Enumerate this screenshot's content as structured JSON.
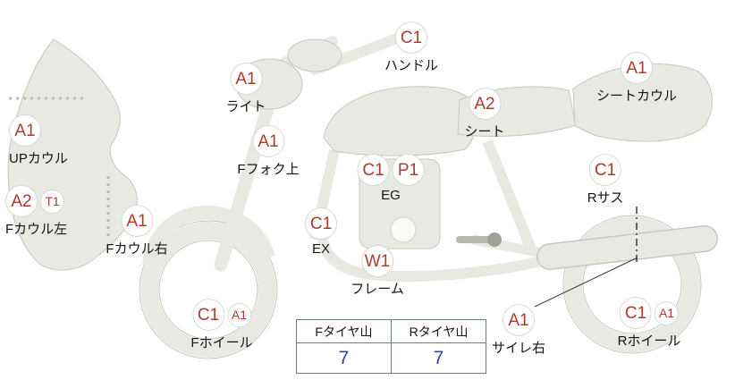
{
  "diagram": {
    "type": "motorcycle-condition-sheet",
    "colors": {
      "grade_text": "#b03a2e",
      "tire_value_text": "#2a46a8",
      "silhouette_fill": "#e9e9e3",
      "silhouette_stroke": "#c7c7c0",
      "table_border": "#5f7ca6"
    }
  },
  "annotations": [
    {
      "grade1": "C1",
      "label": "ハンドル"
    },
    {
      "grade1": "A1",
      "label": "ライト"
    },
    {
      "grade1": "A1",
      "label": "シートカウル"
    },
    {
      "grade1": "A2",
      "label": "シート"
    },
    {
      "grade1": "A1",
      "label": "UPカウル"
    },
    {
      "grade1": "A1",
      "label": "Fフォク上"
    },
    {
      "grade1": "C1",
      "grade2": "P1",
      "label": "EG"
    },
    {
      "grade1": "C1",
      "label": "Rサス"
    },
    {
      "grade1": "A2",
      "grade2": "T1",
      "label": "Fカウル左"
    },
    {
      "grade1": "A1",
      "label": "Fカウル右"
    },
    {
      "grade1": "C1",
      "label": "EX"
    },
    {
      "grade1": "W1",
      "label": "フレーム"
    },
    {
      "grade1": "C1",
      "grade2": "A1",
      "label": "Fホイール"
    },
    {
      "grade1": "A1",
      "label": "サイレ右"
    },
    {
      "grade1": "C1",
      "grade2": "A1",
      "label": "Rホイール"
    }
  ],
  "tire_table": {
    "headers": [
      "Fタイヤ山",
      "Rタイヤ山"
    ],
    "values": [
      "7",
      "7"
    ]
  }
}
